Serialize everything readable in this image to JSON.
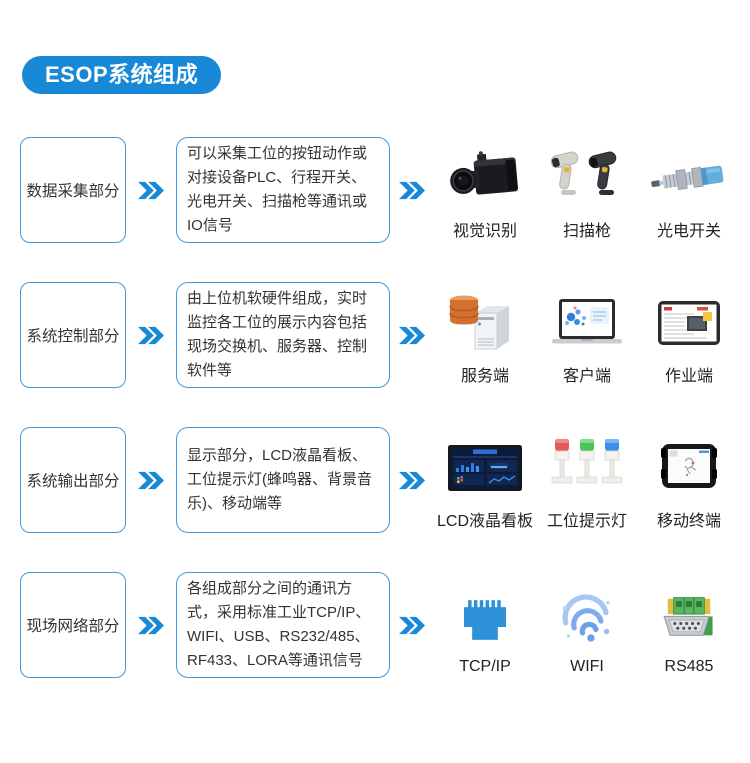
{
  "title": "ESOP系统组成",
  "colors": {
    "accent": "#1789D7",
    "box_border": "#3F9BDC",
    "text": "#333333"
  },
  "rows": [
    {
      "label": "数据采集部分",
      "description": "可以采集工位的按钮动作或对接设备PLC、行程开关、光电开关、扫描枪等通讯或IO信号",
      "items": [
        {
          "name": "视觉识别",
          "icon": "industrial-camera-icon"
        },
        {
          "name": "扫描枪",
          "icon": "barcode-scanner-icon"
        },
        {
          "name": "光电开关",
          "icon": "photoelectric-sensor-icon"
        }
      ]
    },
    {
      "label": "系统控制部分",
      "description": "由上位机软硬件组成，实时监控各工位的展示内容包括现场交换机、服务器、控制软件等",
      "items": [
        {
          "name": "服务端",
          "icon": "server-database-icon"
        },
        {
          "name": "客户端",
          "icon": "laptop-icon"
        },
        {
          "name": "作业端",
          "icon": "workstation-monitor-icon"
        }
      ]
    },
    {
      "label": "系统输出部分",
      "description": "显示部分，LCD液晶看板、工位提示灯(蜂鸣器、背景音乐)、移动端等",
      "items": [
        {
          "name": "LCD液晶看板",
          "icon": "lcd-dashboard-icon"
        },
        {
          "name": "工位提示灯",
          "icon": "tower-lights-icon"
        },
        {
          "name": "移动终端",
          "icon": "rugged-tablet-icon"
        }
      ]
    },
    {
      "label": "现场网络部分",
      "description": "各组成部分之间的通讯方式，采用标准工业TCP/IP、WIFI、USB、RS232/485、RF433、LORA等通讯信号",
      "items": [
        {
          "name": "TCP/IP",
          "icon": "ethernet-rj45-icon"
        },
        {
          "name": "WIFI",
          "icon": "wifi-icon"
        },
        {
          "name": "RS485",
          "icon": "rs485-connector-icon"
        }
      ]
    }
  ]
}
